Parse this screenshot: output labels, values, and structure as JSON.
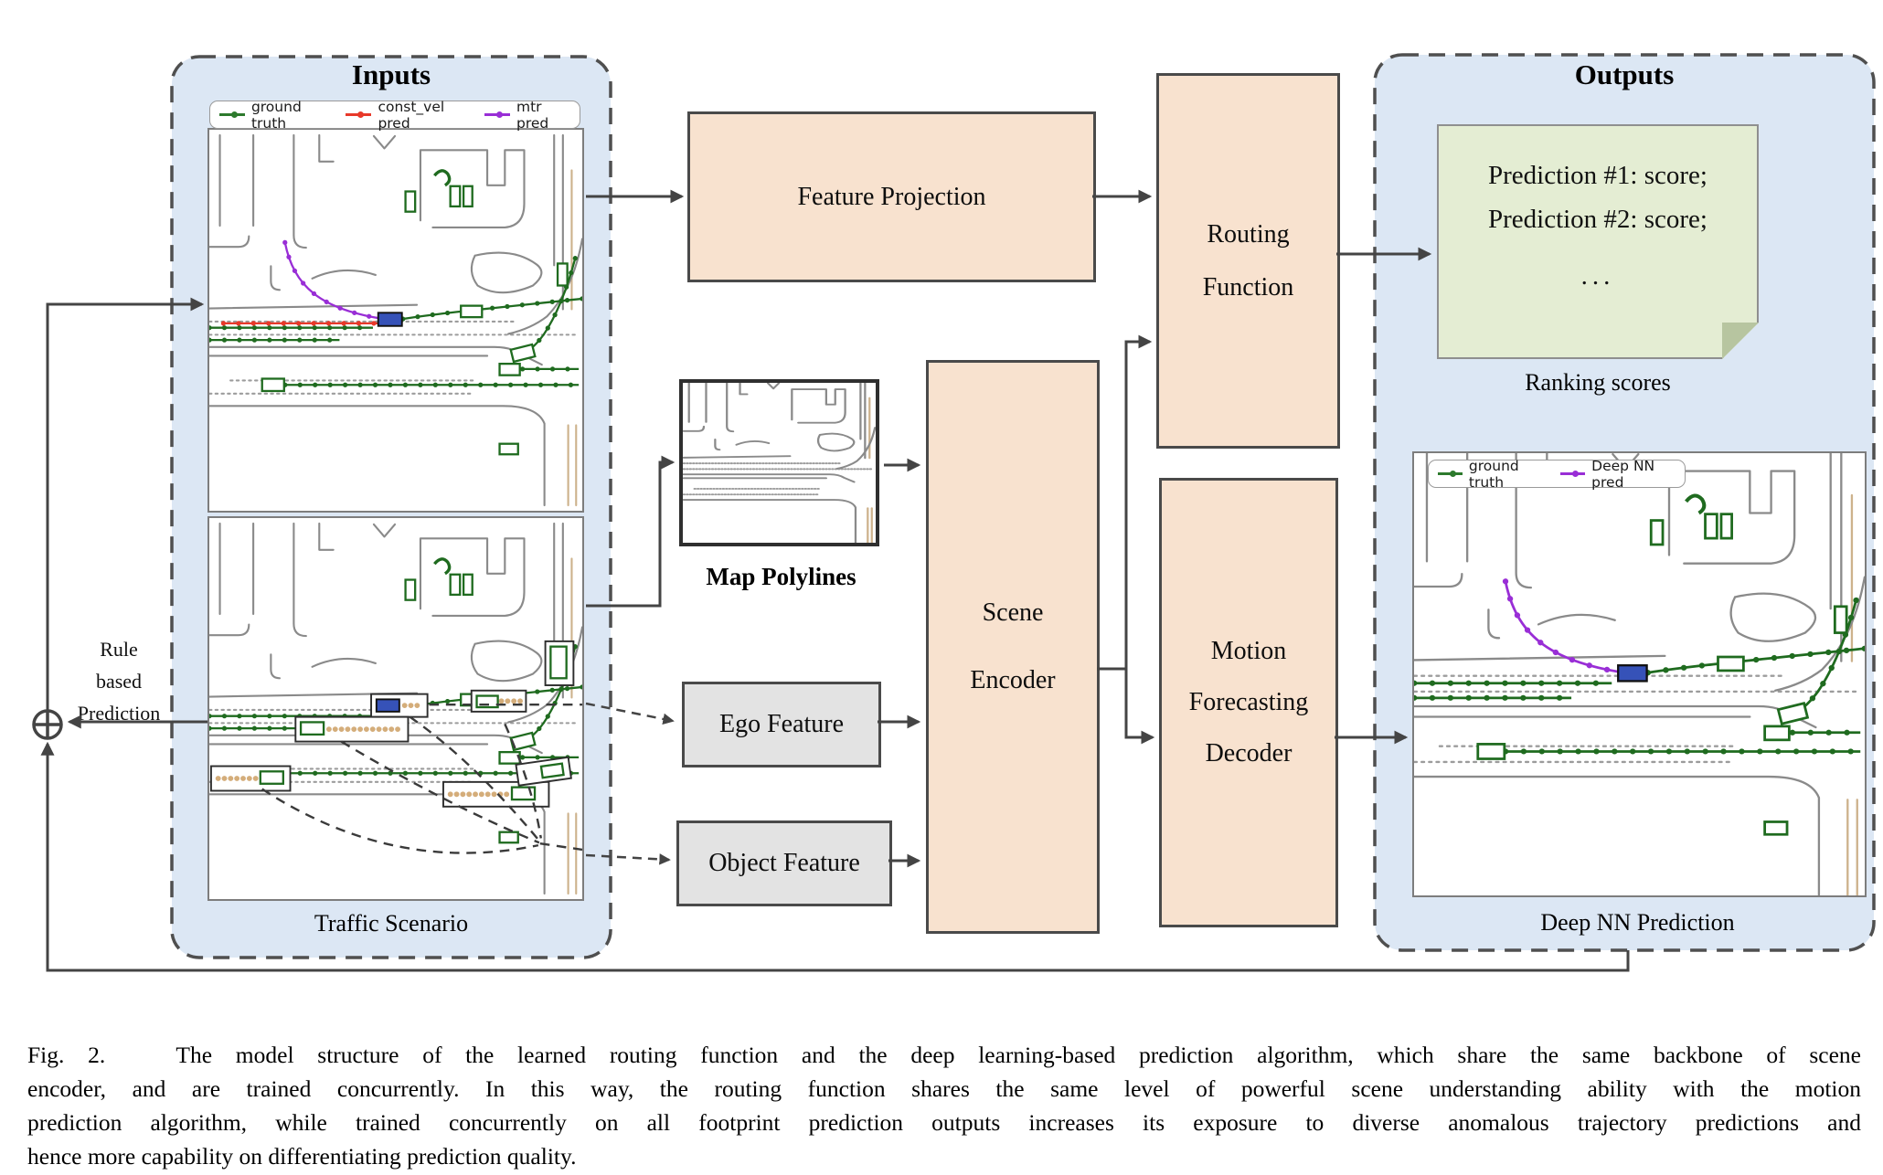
{
  "figure_caption": {
    "lines": [
      "Fig. 2.   The model structure of the learned routing function and the deep learning-based prediction algorithm, which share the same backbone of scene",
      "encoder, and are trained concurrently. In this way, the routing function shares the same level of powerful scene understanding ability with the motion",
      "prediction algorithm, while trained concurrently on all footprint prediction outputs increases its exposure to diverse anomalous trajectory predictions and",
      "hence more capability on differentiating prediction quality."
    ]
  },
  "inputs_panel": {
    "title": "Inputs",
    "legend": [
      {
        "label": "ground truth",
        "color": "#2d7a2d"
      },
      {
        "label": "const_vel pred",
        "color": "#e8392a"
      },
      {
        "label": "mtr pred",
        "color": "#992ed6"
      }
    ],
    "scenario_caption": "Traffic Scenario"
  },
  "left_branch": {
    "rule_lines": [
      "Rule",
      "based",
      "Prediction"
    ]
  },
  "blocks": {
    "feature_projection": "Feature Projection",
    "map_polylines_caption": "Map Polylines",
    "ego_feature": "Ego Feature",
    "object_feature": "Object Feature",
    "scene_encoder_lines": [
      "Scene",
      "Encoder"
    ],
    "routing_function_lines": [
      "Routing",
      "Function"
    ],
    "motion_decoder_lines": [
      "Motion",
      "Forecasting",
      "Decoder"
    ]
  },
  "outputs_panel": {
    "title": "Outputs",
    "note_lines": [
      "Prediction #1: score;",
      "Prediction #2: score;",
      "..."
    ],
    "note_caption": "Ranking scores",
    "deepnn_legend": [
      {
        "label": "ground truth",
        "color": "#2d7a2d"
      },
      {
        "label": "Deep NN pred",
        "color": "#992ed6"
      }
    ],
    "deepnn_caption": "Deep NN Prediction"
  },
  "colors": {
    "panel_background": "#dce7f4",
    "process_box": "#f8e2cf",
    "feature_box": "#e3e3e3",
    "note_background": "#e4edd3",
    "arrow": "#444444",
    "ground_truth_green": "#2d7a2d",
    "const_vel_red": "#e8392a",
    "mtr_pred_purple": "#992ed6",
    "ego_vehicle_blue": "#3652b8"
  }
}
